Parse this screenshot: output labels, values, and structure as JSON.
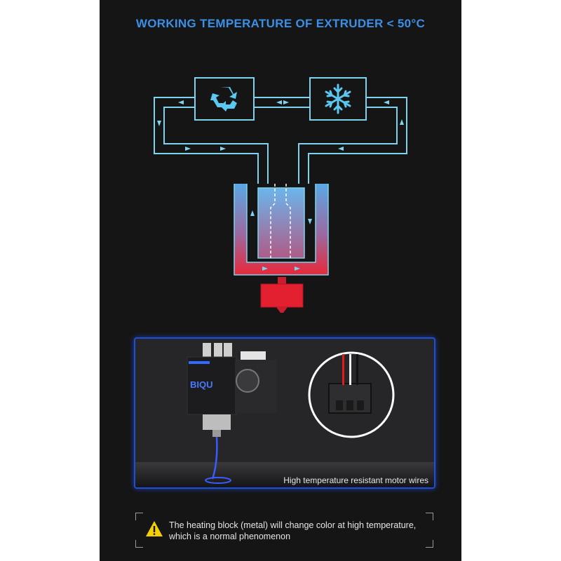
{
  "header": {
    "title": "WORKING TEMPERATURE OF EXTRUDER < 50°C"
  },
  "photo": {
    "logo_text": "BIQU",
    "caption": "High temperature resistant motor wires"
  },
  "notice": {
    "line1": "The heating block (metal) will change color at high temperature,",
    "line2": "which is a normal phenomenon"
  },
  "colors": {
    "accent": "#3a8fe6",
    "pipe": "#7fd3ee",
    "hot": "#e8283a",
    "cold": "#5aa8e6",
    "background": "#151515"
  },
  "icons": [
    "recycle-icon",
    "snowflake-icon",
    "warning-icon"
  ]
}
